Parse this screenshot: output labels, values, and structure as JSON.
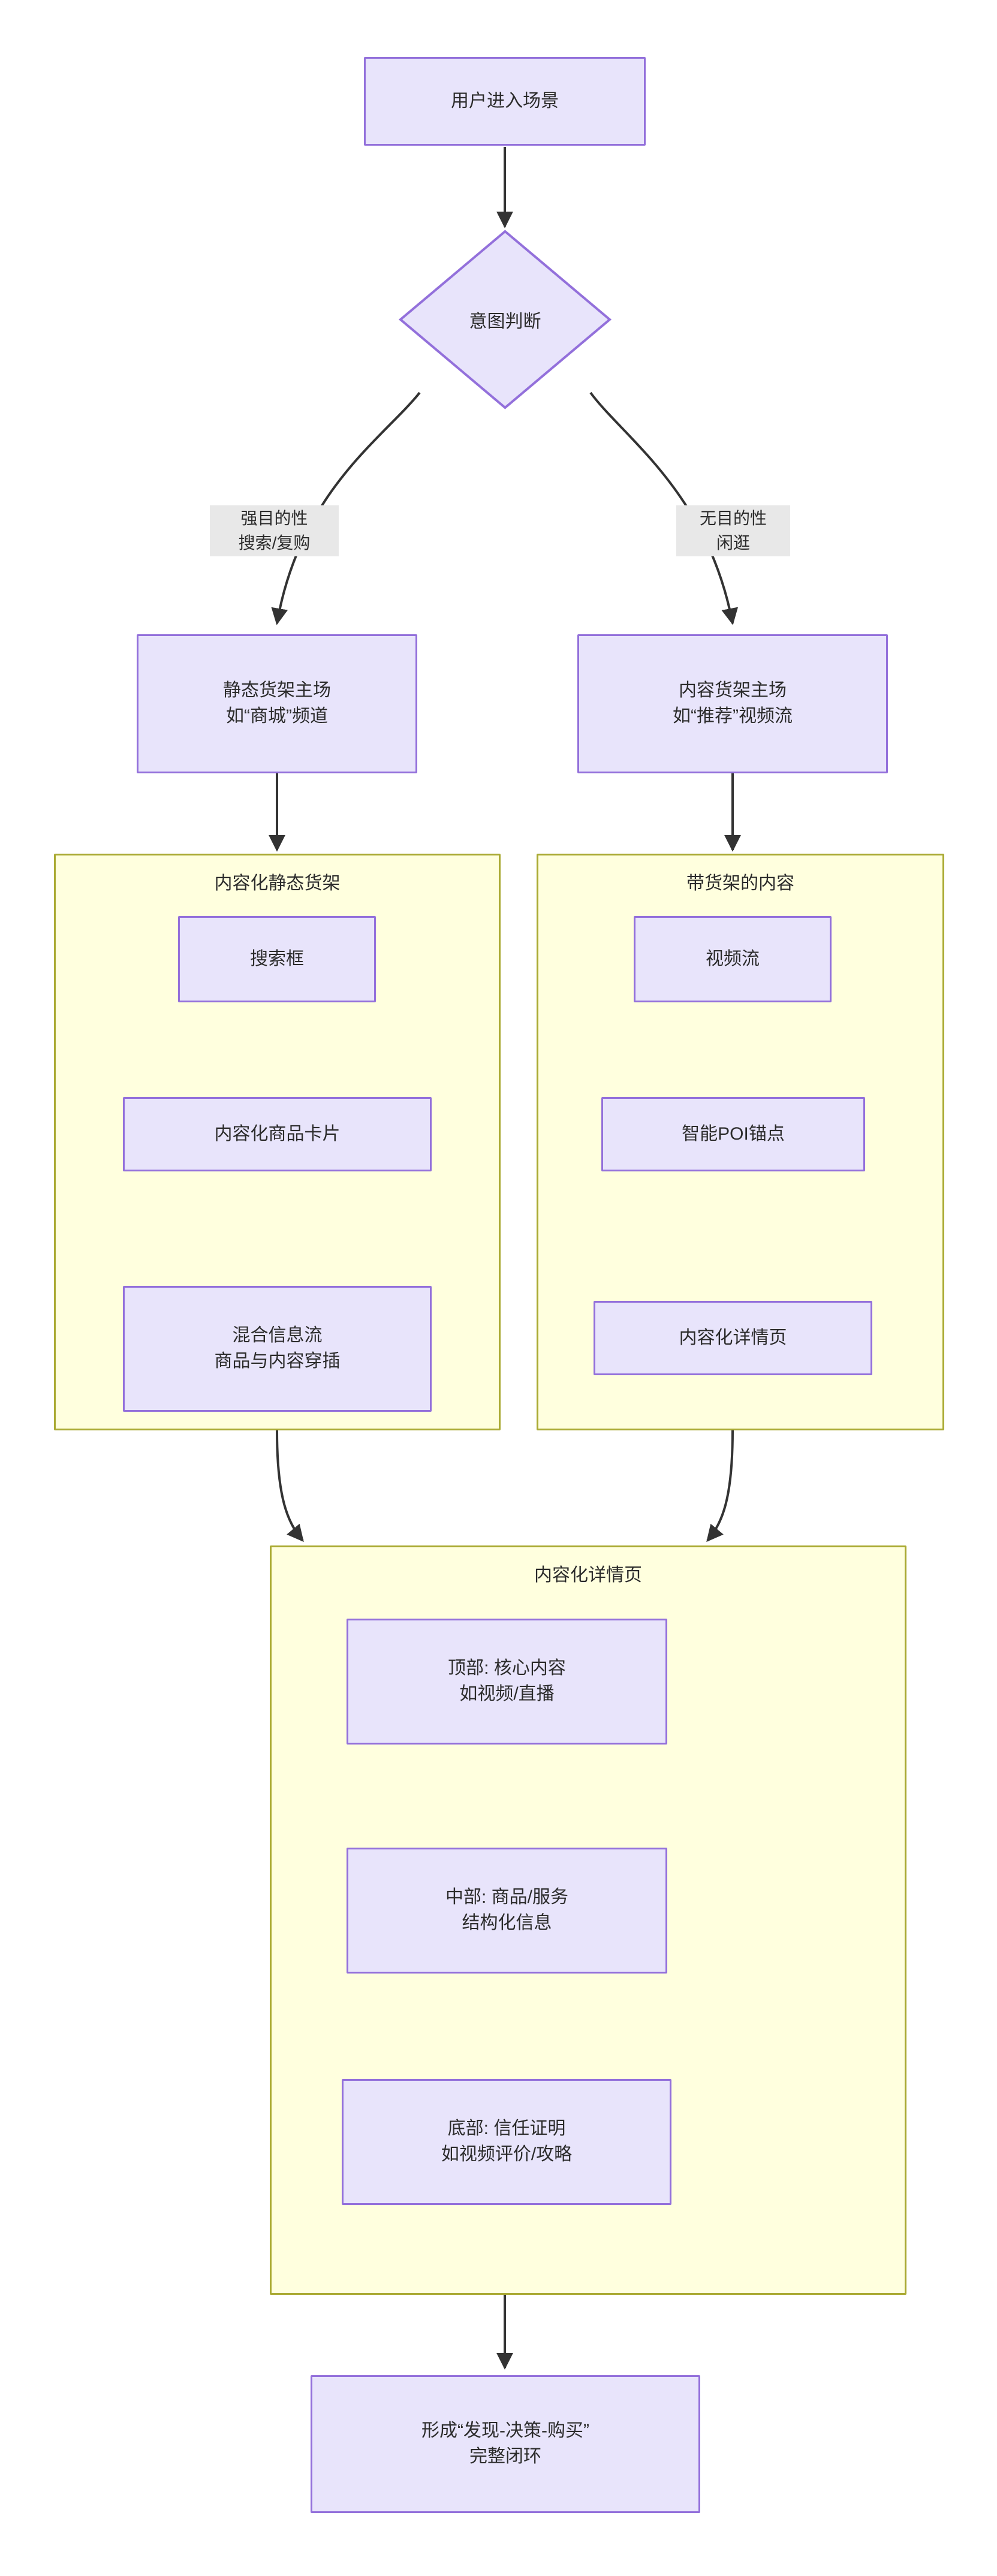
{
  "diagram": {
    "type": "flowchart",
    "direction": "top-down",
    "theme": {
      "node_fill": "#e8e4fb",
      "node_stroke": "#9370db",
      "cluster_fill": "#ffffde",
      "cluster_stroke": "#aaaa33",
      "edge_stroke": "#333333",
      "edge_label_bg": "#e8e8e8",
      "text_color": "#2b2b2b",
      "background": "#ffffff"
    }
  },
  "nodes": {
    "start": {
      "label": "用户进入场景"
    },
    "decision": {
      "label": "意图判断"
    },
    "static_shelf": {
      "line1": "静态货架主场",
      "line2": "如“商城”频道"
    },
    "content_shelf": {
      "line1": "内容货架主场",
      "line2": "如“推荐”视频流"
    },
    "search_box": {
      "label": "搜索框"
    },
    "product_card": {
      "label": "内容化商品卡片"
    },
    "mixed_feed": {
      "line1": "混合信息流",
      "line2": "商品与内容穿插"
    },
    "video_feed": {
      "label": "视频流"
    },
    "poi_anchor": {
      "label": "智能POI锚点"
    },
    "detail_page_right": {
      "label": "内容化详情页"
    },
    "detail_top": {
      "line1": "顶部: 核心内容",
      "line2": "如视频/直播"
    },
    "detail_middle": {
      "line1": "中部: 商品/服务",
      "line2": "结构化信息"
    },
    "detail_bottom": {
      "line1": "底部: 信任证明",
      "line2": "如视频评价/攻略"
    },
    "closed_loop": {
      "line1": "形成“发现-决策-购买”",
      "line2": "完整闭环"
    }
  },
  "clusters": {
    "left_cluster": {
      "title": "内容化静态货架"
    },
    "right_cluster": {
      "title": "带货架的内容"
    },
    "bottom_cluster": {
      "title": "内容化详情页"
    }
  },
  "edge_labels": {
    "strong_intent": {
      "line1": "强目的性",
      "line2": "搜索/复购"
    },
    "no_intent": {
      "line1": "无目的性",
      "line2": "闲逛"
    }
  },
  "edges": [
    {
      "from": "start",
      "to": "decision",
      "label": ""
    },
    {
      "from": "decision",
      "to": "static_shelf",
      "label": "强目的性 搜索/复购"
    },
    {
      "from": "decision",
      "to": "content_shelf",
      "label": "无目的性 闲逛"
    },
    {
      "from": "static_shelf",
      "to": "left_cluster",
      "label": ""
    },
    {
      "from": "content_shelf",
      "to": "right_cluster",
      "label": ""
    },
    {
      "from": "search_box",
      "to": "product_card",
      "label": ""
    },
    {
      "from": "product_card",
      "to": "mixed_feed",
      "label": ""
    },
    {
      "from": "video_feed",
      "to": "poi_anchor",
      "label": ""
    },
    {
      "from": "poi_anchor",
      "to": "detail_page_right",
      "label": ""
    },
    {
      "from": "mixed_feed",
      "to": "bottom_cluster",
      "label": ""
    },
    {
      "from": "detail_page_right",
      "to": "bottom_cluster",
      "label": ""
    },
    {
      "from": "bottom_cluster",
      "to": "closed_loop",
      "label": ""
    }
  ]
}
